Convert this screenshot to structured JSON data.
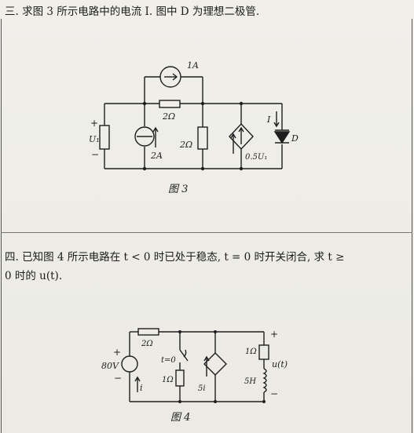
{
  "problem3": {
    "text": "三. 求图 3 所示电路中的电流 I. 图中 D 为理想二极管.",
    "figure": {
      "caption": "图 3",
      "labels": {
        "source_top": "1A",
        "r_top": "2Ω",
        "plus": "+",
        "u1": "U₁",
        "minus": "−",
        "source_mid": "2A",
        "r_mid": "2Ω",
        "dependent": "0.5U₁",
        "current": "I",
        "diode": "D"
      }
    }
  },
  "problem4": {
    "text_line1": "四. 已知图 4 所示电路在 t < 0 时已处于稳态, t = 0 时开关闭合, 求 t ≥",
    "text_line2": "0 时的 u(t).",
    "figure": {
      "caption": "图 4",
      "labels": {
        "r_series": "2Ω",
        "source_v": "80V",
        "plus": "+",
        "minus": "−",
        "switch": "t=0",
        "r_switch": "1Ω",
        "dependent_label": "5i",
        "r_right": "1Ω",
        "inductor": "5H",
        "out_plus": "+",
        "out": "u(t)",
        "out_minus": "−",
        "current_i": "i"
      }
    }
  }
}
